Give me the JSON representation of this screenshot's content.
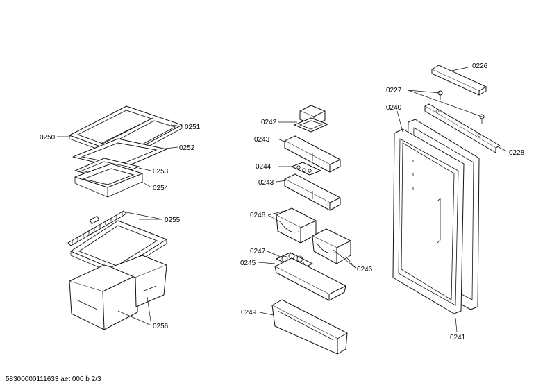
{
  "labels": {
    "p0226": "0226",
    "p0227": "0227",
    "p0228": "0228",
    "p0240": "0240",
    "p0241": "0241",
    "p0242": "0242",
    "p0243a": "0243",
    "p0243b": "0243",
    "p0244": "0244",
    "p0245": "0245",
    "p0246a": "0246",
    "p0246b": "0246",
    "p0247": "0247",
    "p0249": "0249",
    "p0250": "0250",
    "p0251": "0251",
    "p0252": "0252",
    "p0253": "0253",
    "p0254": "0254",
    "p0255": "0255",
    "p0256": "0256"
  },
  "footer": {
    "doc_id": "58300000111633 aet 000 b 2/3"
  }
}
